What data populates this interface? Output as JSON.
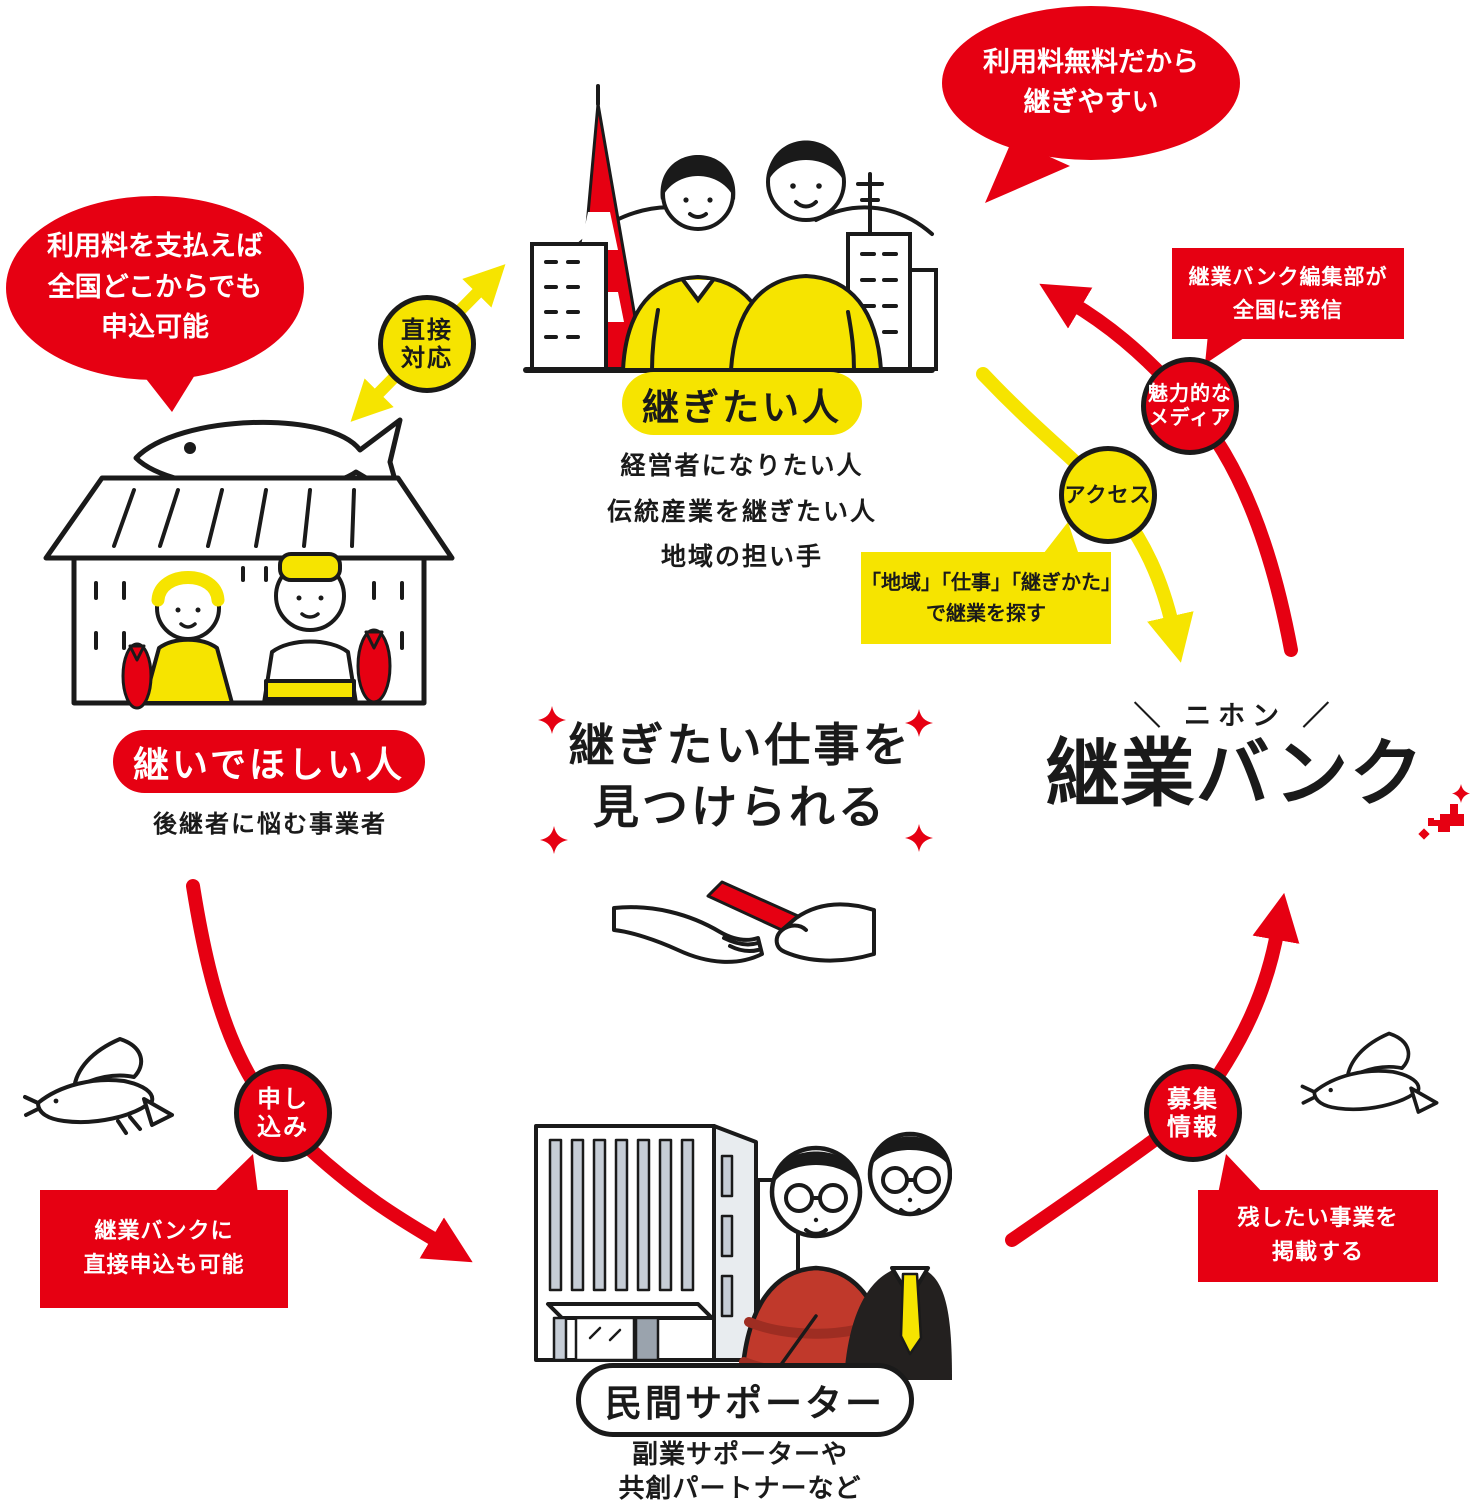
{
  "colors": {
    "red": "#e60012",
    "yellow": "#f6e400",
    "ink": "#1a1a1a",
    "building_gray": "#c6cdd6",
    "shirt_red": "#c0392b"
  },
  "bubble_free": {
    "lines": [
      "利用料無料だから",
      "継ぎやすい"
    ]
  },
  "bubble_paid": {
    "lines": [
      "利用料を支払えば",
      "全国どこからでも",
      "申込可能"
    ]
  },
  "badge_direct": {
    "lines": [
      "直接",
      "対応"
    ]
  },
  "successor": {
    "label": "継ぎたい人",
    "desc": [
      "経営者になりたい人",
      "伝統産業を継ぎたい人",
      "地域の担い手"
    ]
  },
  "owner": {
    "label": "継いでほしい人",
    "desc": "後継者に悩む事業者"
  },
  "supporter": {
    "label": "民間サポーター",
    "desc": [
      "副業サポーターや",
      "共創パートナーなど"
    ]
  },
  "badge_media": {
    "lines": [
      "魅力的な",
      "メディア"
    ]
  },
  "badge_access": {
    "label": "アクセス"
  },
  "note_editorial": {
    "lines": [
      "継業バンク編集部が",
      "全国に発信"
    ]
  },
  "note_search": {
    "lines": [
      "「地域」「仕事」「継ぎかた」",
      "で継業を探す"
    ]
  },
  "badge_apply": {
    "lines": [
      "申し",
      "込み"
    ]
  },
  "note_apply": {
    "lines": [
      "継業バンクに",
      "直接申込も可能"
    ]
  },
  "badge_listing": {
    "lines": [
      "募集",
      "情報"
    ]
  },
  "note_listing": {
    "lines": [
      "残したい事業を",
      "掲載する"
    ]
  },
  "headline": {
    "lines": [
      "継ぎたい仕事を",
      "見つけられる"
    ]
  },
  "logo": {
    "kana": "＼ ニホン ／",
    "name": "継業バンク"
  }
}
